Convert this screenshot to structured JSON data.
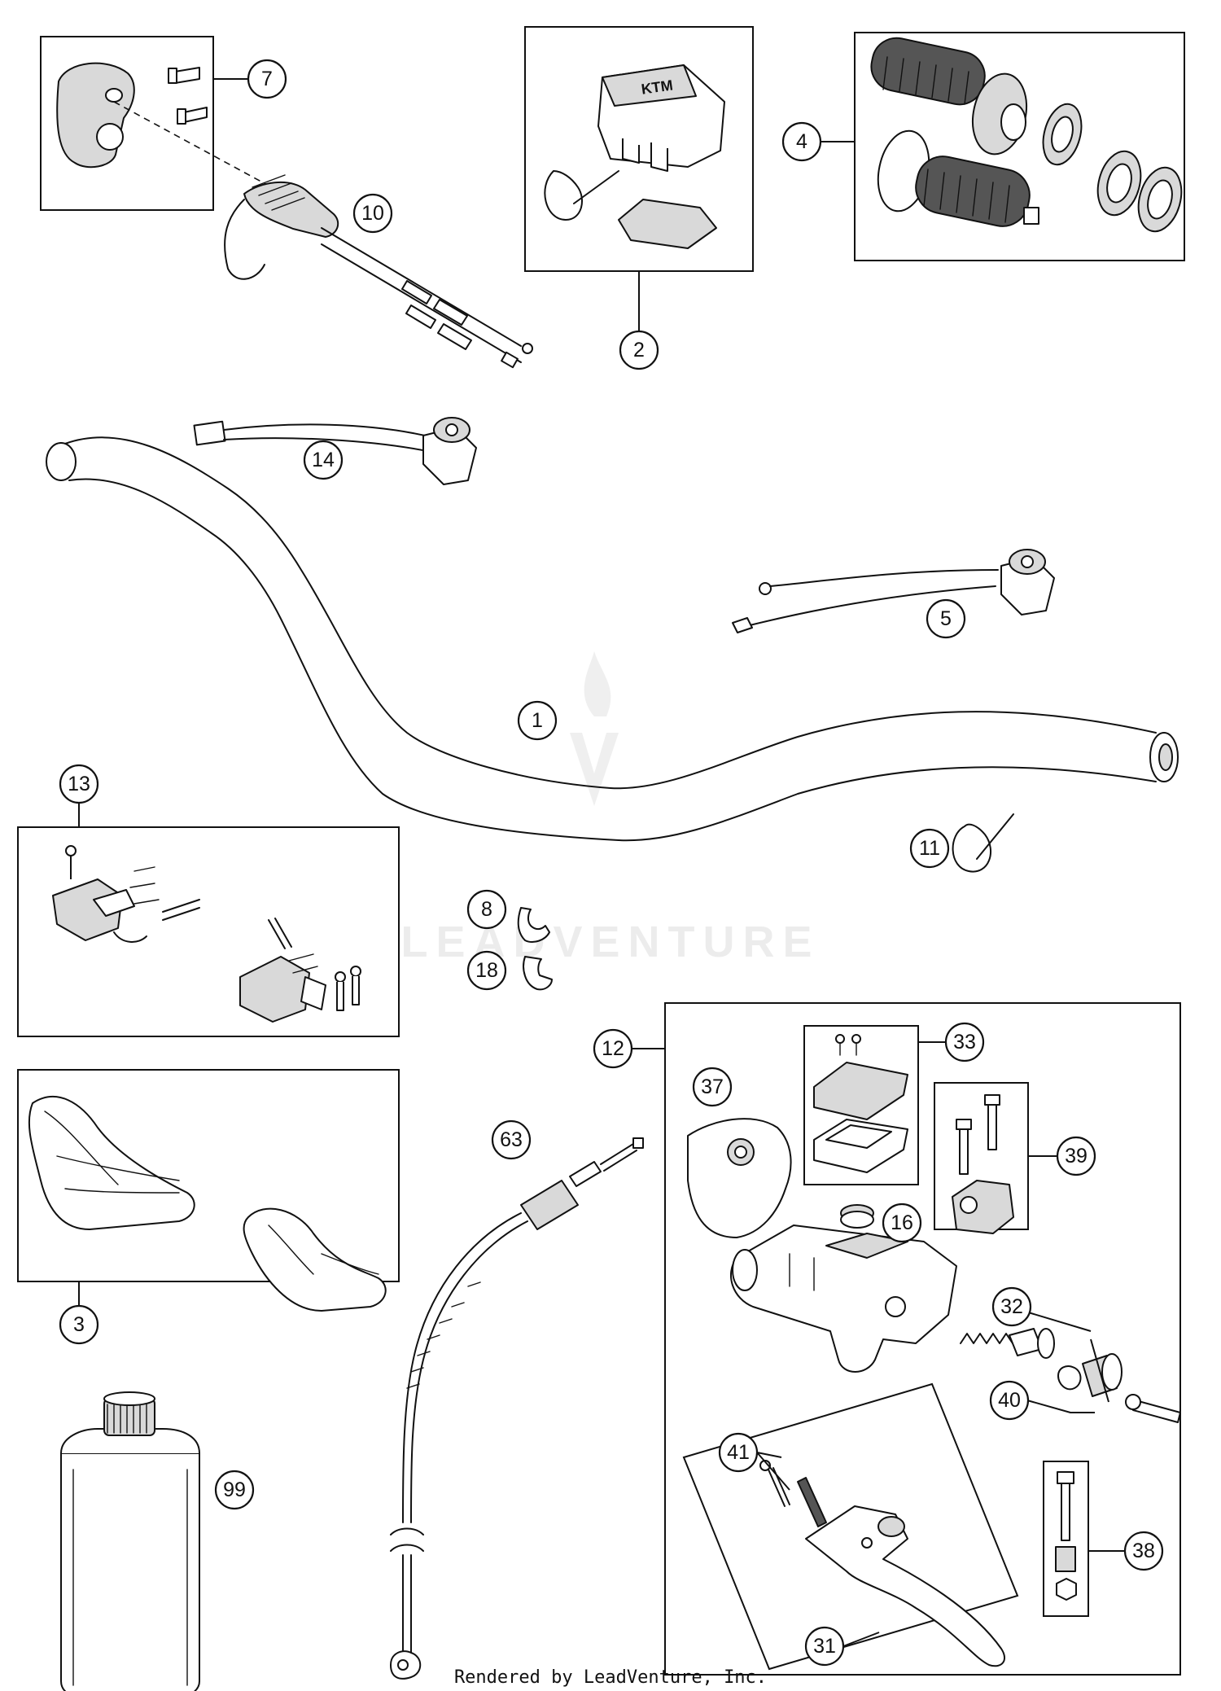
{
  "callouts": {
    "c1": "1",
    "c2": "2",
    "c3": "3",
    "c4": "4",
    "c5": "5",
    "c7": "7",
    "c8": "8",
    "c10": "10",
    "c11": "11",
    "c12": "12",
    "c13": "13",
    "c14": "14",
    "c16": "16",
    "c18": "18",
    "c31": "31",
    "c32": "32",
    "c33": "33",
    "c37": "37",
    "c38": "38",
    "c39": "39",
    "c40": "40",
    "c41": "41",
    "c63": "63",
    "c99": "99"
  },
  "watermark": "LEADVENTURE",
  "footer": "Rendered by LeadVenture, Inc."
}
